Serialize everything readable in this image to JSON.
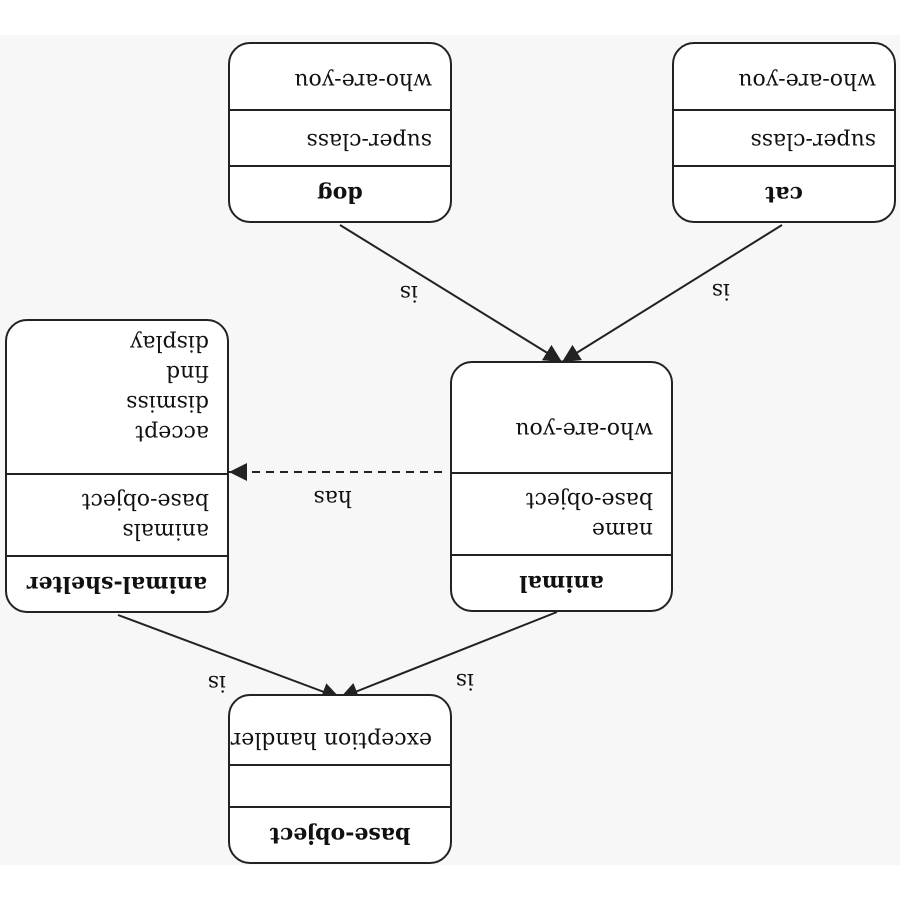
{
  "diagram": {
    "classes": [
      {
        "id": "base-object",
        "name": "base-object",
        "attributes": [],
        "methods": [
          "exception handler"
        ]
      },
      {
        "id": "animal-shelter",
        "name": "animal-shelter",
        "attributes": [
          "animals",
          "base-object"
        ],
        "methods": [
          "accept",
          "dismiss",
          "find",
          "display"
        ]
      },
      {
        "id": "animal",
        "name": "animal",
        "attributes": [
          "name",
          "base-object"
        ],
        "methods": [
          "who-are-you"
        ]
      },
      {
        "id": "dog",
        "name": "dog",
        "attributes": [
          "super-class"
        ],
        "methods": [
          "who-are-you"
        ]
      },
      {
        "id": "cat",
        "name": "cat",
        "attributes": [
          "super-class"
        ],
        "methods": [
          "who-are-you"
        ]
      }
    ],
    "relations": [
      {
        "from": "animal-shelter",
        "to": "base-object",
        "label": "is",
        "style": "solid"
      },
      {
        "from": "animal",
        "to": "base-object",
        "label": "is",
        "style": "solid"
      },
      {
        "from": "dog",
        "to": "animal",
        "label": "is",
        "style": "solid"
      },
      {
        "from": "cat",
        "to": "animal",
        "label": "is",
        "style": "solid"
      },
      {
        "from": "animal",
        "to": "animal-shelter",
        "label": "has",
        "style": "dashed"
      }
    ]
  },
  "colors": {
    "line": "#222222",
    "box_fill": "#ffffff",
    "background": "#f7f7f7"
  },
  "orientation": "rotated-180"
}
